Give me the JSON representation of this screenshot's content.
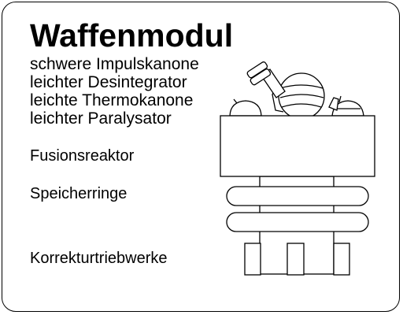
{
  "title": "Waffenmodul",
  "weapons": [
    "schwere Impulskanone",
    "leichter Desintegrator",
    "leichte Thermokanone",
    "leichter Paralysator"
  ],
  "components": {
    "reactor": "Fusionsreaktor",
    "rings": "Speicherringe",
    "thrusters": "Korrekturtriebwerke"
  },
  "colors": {
    "line": "#000000",
    "background": "#ffffff"
  }
}
